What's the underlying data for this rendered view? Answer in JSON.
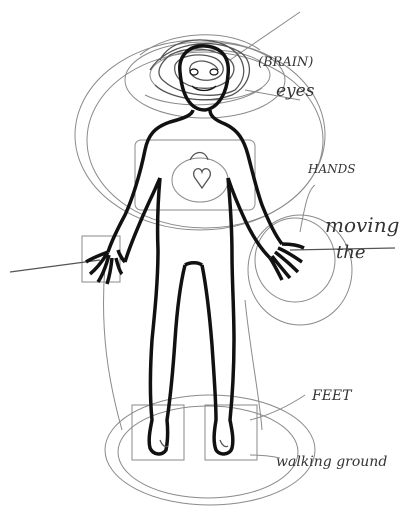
{
  "labels": {
    "brain": "(BRAIN)",
    "eyes": "eyes",
    "hands": "HANDS",
    "moving_line1": "moving",
    "moving_line2": "the",
    "feet": "FEET",
    "walking_ground": "walking ground"
  }
}
